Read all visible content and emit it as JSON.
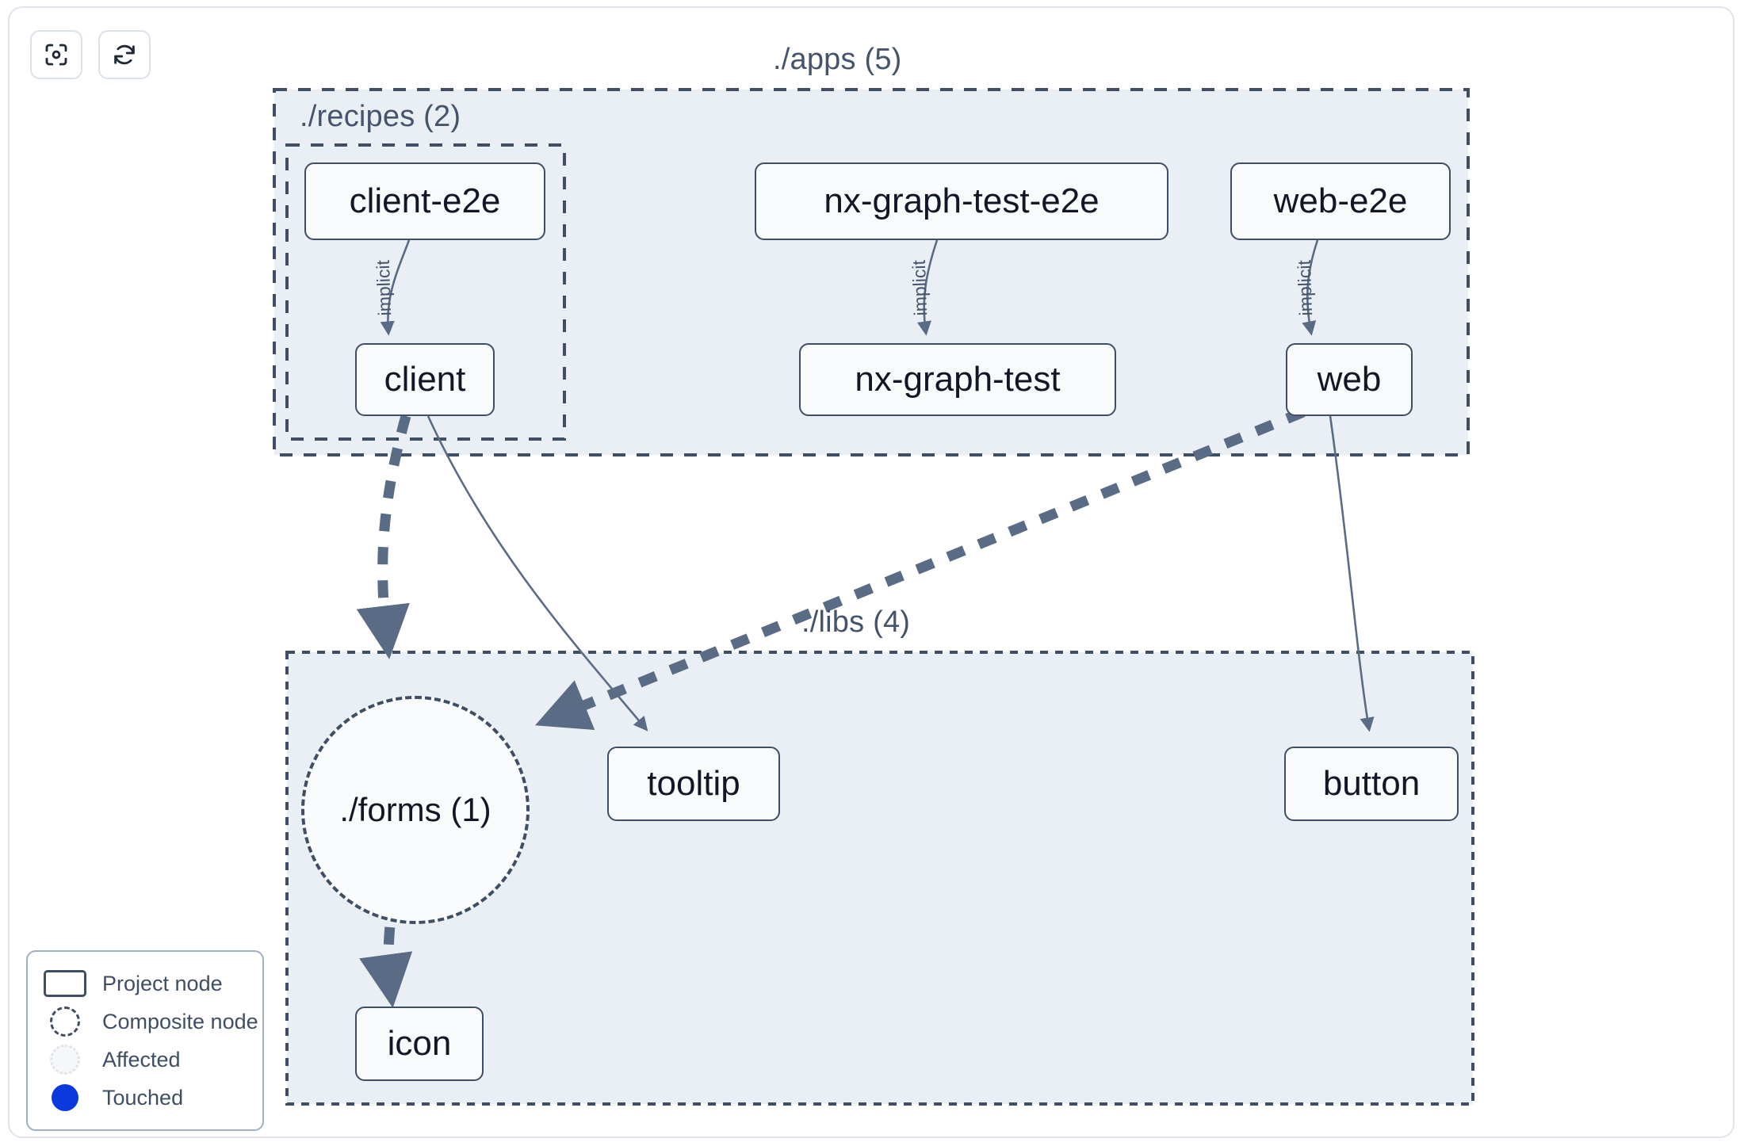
{
  "toolbar": {
    "buttons": [
      {
        "name": "focus-graph-button",
        "icon": "focus-target-icon",
        "title": "Focus graph"
      },
      {
        "name": "refresh-graph-button",
        "icon": "refresh-icon",
        "title": "Refresh graph"
      }
    ]
  },
  "groups": [
    {
      "id": "apps",
      "label": "./apps (5)"
    },
    {
      "id": "recipes",
      "label": "./recipes (2)"
    },
    {
      "id": "libs",
      "label": "./libs (4)"
    }
  ],
  "nodes": [
    {
      "id": "client-e2e",
      "label": "client-e2e",
      "type": "project"
    },
    {
      "id": "nx-graph-test-e2e",
      "label": "nx-graph-test-e2e",
      "type": "project"
    },
    {
      "id": "web-e2e",
      "label": "web-e2e",
      "type": "project"
    },
    {
      "id": "client",
      "label": "client",
      "type": "project"
    },
    {
      "id": "nx-graph-test",
      "label": "nx-graph-test",
      "type": "project"
    },
    {
      "id": "web",
      "label": "web",
      "type": "project"
    },
    {
      "id": "forms",
      "label": "./forms (1)",
      "type": "composite"
    },
    {
      "id": "tooltip",
      "label": "tooltip",
      "type": "project"
    },
    {
      "id": "button",
      "label": "button",
      "type": "project"
    },
    {
      "id": "icon",
      "label": "icon",
      "type": "project"
    }
  ],
  "edges": [
    {
      "from": "client-e2e",
      "to": "client",
      "label": "implicit",
      "style": "solid"
    },
    {
      "from": "nx-graph-test-e2e",
      "to": "nx-graph-test",
      "label": "implicit",
      "style": "solid"
    },
    {
      "from": "web-e2e",
      "to": "web",
      "label": "implicit",
      "style": "solid"
    },
    {
      "from": "client",
      "to": "forms",
      "label": "",
      "style": "dashed"
    },
    {
      "from": "client",
      "to": "tooltip",
      "label": "",
      "style": "solid"
    },
    {
      "from": "web",
      "to": "forms",
      "label": "",
      "style": "dashed"
    },
    {
      "from": "web",
      "to": "button",
      "label": "",
      "style": "solid"
    },
    {
      "from": "forms",
      "to": "icon",
      "label": "",
      "style": "dashed"
    }
  ],
  "edge_labels": {
    "implicit_1": "implicit",
    "implicit_2": "implicit",
    "implicit_3": "implicit"
  },
  "legend": {
    "items": [
      {
        "key": "project",
        "label": "Project node"
      },
      {
        "key": "composite",
        "label": "Composite node"
      },
      {
        "key": "affected",
        "label": "Affected"
      },
      {
        "key": "touched",
        "label": "Touched"
      }
    ]
  },
  "colors": {
    "node_border": "#3f4e63",
    "node_fill": "#f8fafc",
    "group_fill": "#eaeff5",
    "group_border": "#3f4e63",
    "edge": "#5a6b85",
    "label_text": "#46546b",
    "touched": "#0b39dd",
    "canvas": "#ffffff"
  }
}
